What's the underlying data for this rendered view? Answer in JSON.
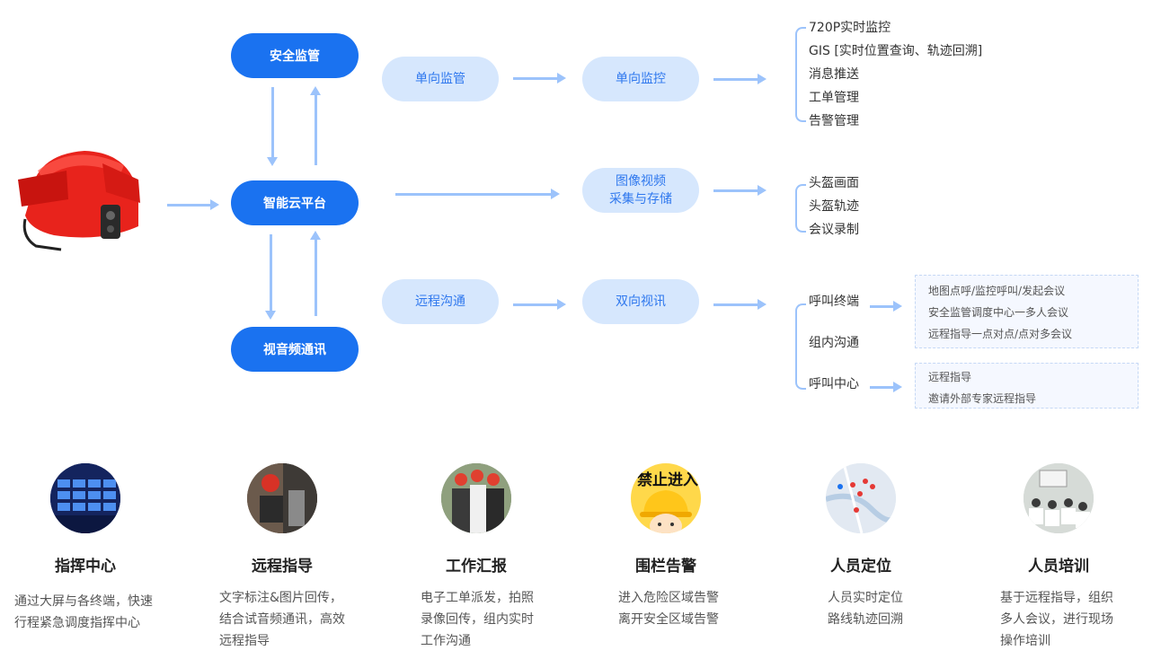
{
  "nodes": {
    "safety": "安全监管",
    "cloud": "智能云平台",
    "av": "视音频通讯"
  },
  "pills": {
    "one_way_supervision": "单向监管",
    "one_way_monitor": "单向监控",
    "image_line1": "图像视频",
    "image_line2": "采集与存储",
    "remote_comm": "远程沟通",
    "two_way_video": "双向视讯"
  },
  "monitor_features": [
    "720P实时监控",
    "GIS [实时位置查询、轨迹回溯]",
    "消息推送",
    "工单管理",
    "告警管理"
  ],
  "image_features": [
    "头盔画面",
    "头盔轨迹",
    "会议录制"
  ],
  "comm_features": [
    "呼叫终端",
    "组内沟通",
    "呼叫中心"
  ],
  "terminal_details": [
    "地图点呼/监控呼叫/发起会议",
    "安全监管调度中心一多人会议",
    "远程指导一点对点/点对多会议"
  ],
  "center_details": [
    "远程指导",
    "邀请外部专家远程指导"
  ],
  "features": [
    {
      "title": "指挥中心",
      "desc": [
        "通过大屏与各终端，快速",
        "行程紧急调度指挥中心"
      ]
    },
    {
      "title": "远程指导",
      "desc": [
        "文字标注&图片回传，",
        "结合试音频通讯，高效",
        "远程指导"
      ]
    },
    {
      "title": "工作汇报",
      "desc": [
        "电子工单派发，拍照",
        "录像回传，组内实时",
        "工作沟通"
      ]
    },
    {
      "title": "围栏告警",
      "desc": [
        "进入危险区域告警",
        "离开安全区域告警"
      ]
    },
    {
      "title": "人员定位",
      "desc": [
        "人员实时定位",
        "路线轨迹回溯"
      ]
    },
    {
      "title": "人员培训",
      "desc": [
        "基于远程指导，组织",
        "多人会议，进行现场",
        "操作培训"
      ]
    }
  ],
  "fence_sign": "禁止进入",
  "colors": {
    "primary": "#1a72f0",
    "pill_bg": "#d6e7fd",
    "pill_text": "#2f78ee",
    "arrow": "#9cc3fb",
    "helmet": "#e8231c"
  }
}
